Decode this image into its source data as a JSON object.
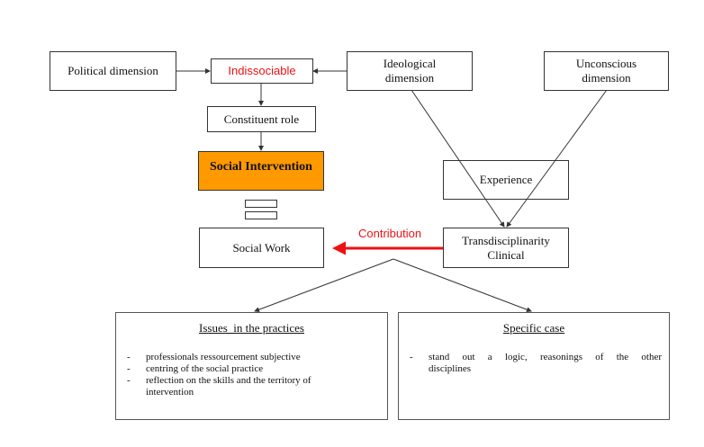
{
  "diagram": {
    "nodes": {
      "political": "Political dimension",
      "indissociable": "Indissociable",
      "ideological_line1": "Ideological",
      "ideological_line2": "dimension",
      "unconscious_line1": "Unconscious",
      "unconscious_line2": "dimension",
      "constituent": "Constituent role",
      "social_intervention": "Social Intervention",
      "social_work": "Social Work",
      "experience": "Experience",
      "transdisciplinarity_line1": "Transdisciplinarity",
      "transdisciplinarity_line2": "Clinical"
    },
    "edge_labels": {
      "contribution": "Contribution"
    },
    "panels": {
      "issues": {
        "title": "Issues  in the practices",
        "items": [
          "professionals ressourcement subjective",
          "centring of the social practice",
          "reflection on the skills and the territory of intervention"
        ]
      },
      "specific": {
        "title": "Specific case",
        "items": [
          "stand out a logic, reasonings of the other disciplines"
        ]
      }
    },
    "bullet": "-",
    "colors": {
      "highlight_fill": "#ff9900",
      "accent_red": "#ee1111",
      "line": "#333333"
    }
  }
}
